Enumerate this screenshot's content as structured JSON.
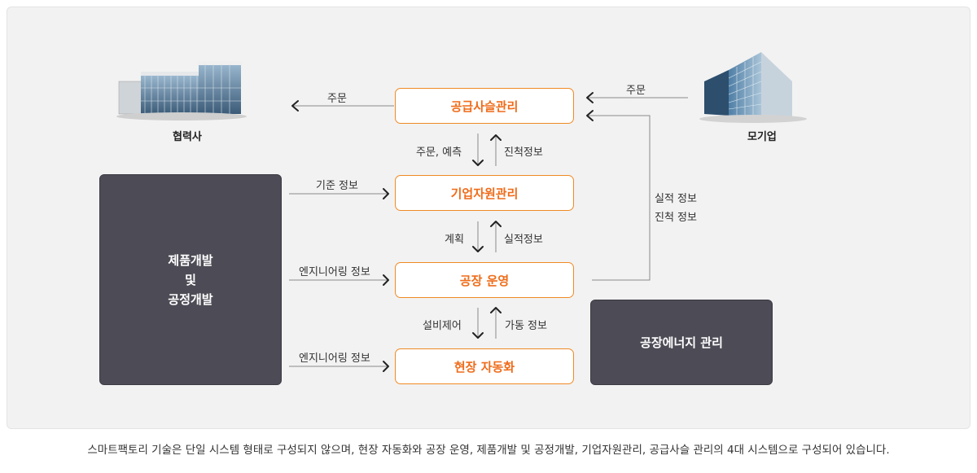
{
  "diagram": {
    "boxes": {
      "scm": "공급사슬관리",
      "erp": "기업자원관리",
      "mes": "공장 운영",
      "auto": "현장 자동화",
      "plm": [
        "제품개발",
        "및",
        "공정개발"
      ],
      "ems": "공장에너지 관리"
    },
    "buildings": {
      "partner": "협력사",
      "parent": "모기업"
    },
    "labels": {
      "order_left": "주문",
      "order_right": "주문",
      "order_forecast": "주문, 예측",
      "progress_info_1": "진척정보",
      "plan": "계획",
      "actual_info": "실적정보",
      "equipment_control": "설비제어",
      "operation_info": "가동 정보",
      "standard_info": "기준 정보",
      "engineering_info_1": "엔지니어링 정보",
      "engineering_info_2": "엔지니어링 정보",
      "actual_info_2": "실적 정보",
      "progress_info_2": "진척 정보"
    },
    "colors": {
      "accent": "#ef6c1a",
      "box_border": "#f08a24",
      "dark_box": "#4d4c56",
      "line": "#888888"
    }
  },
  "caption": "스마트팩토리 기술은 단일 시스템 형태로 구성되지 않으며, 현장 자동화와 공장 운영, 제품개발 및 공정개발, 기업자원관리, 공급사슬 관리의 4대 시스템으로 구성되어 있습니다."
}
